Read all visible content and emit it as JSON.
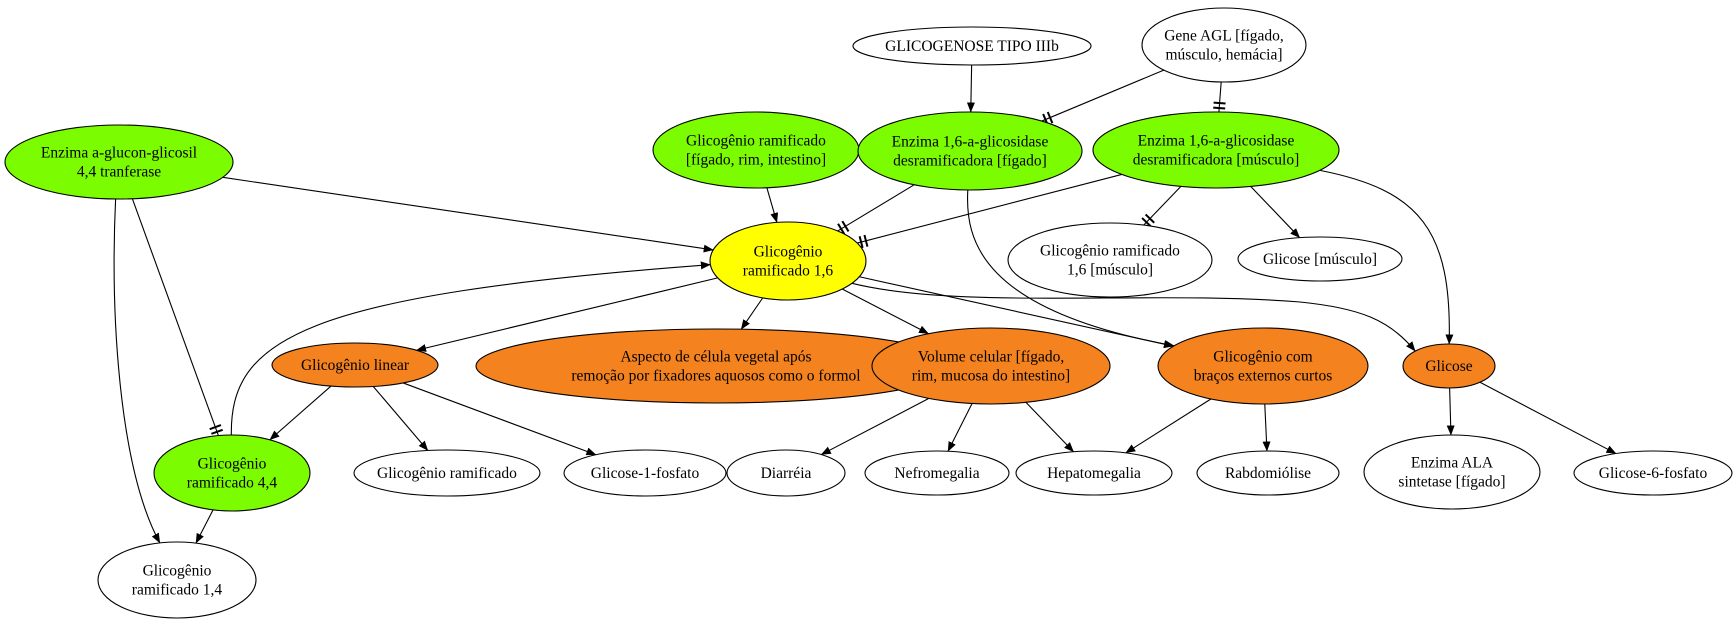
{
  "colors": {
    "green": "#7cfc00",
    "yellow": "#ffff00",
    "orange": "#f4821f",
    "white": "#ffffff",
    "stroke": "#000000"
  },
  "nodes": {
    "glicogenose": {
      "lines": [
        "GLICOGENOSE TIPO IIIb"
      ],
      "color": "white"
    },
    "gene_agl": {
      "lines": [
        "Gene AGL [fígado,",
        "músculo, hemácia]"
      ],
      "color": "white"
    },
    "enzima_transferase": {
      "lines": [
        "Enzima a-glucon-glicosil",
        "4,4 tranferase"
      ],
      "color": "green"
    },
    "glic_ram_figado": {
      "lines": [
        "Glicogênio ramificado",
        "[fígado, rim, intestino]"
      ],
      "color": "green"
    },
    "enzima_figado": {
      "lines": [
        "Enzima 1,6-a-glicosidase",
        "desramificadora [fígado]"
      ],
      "color": "green"
    },
    "enzima_musculo": {
      "lines": [
        "Enzima 1,6-a-glicosidase",
        "desramificadora [músculo]"
      ],
      "color": "green"
    },
    "glic_ram_16": {
      "lines": [
        "Glicogênio",
        "ramificado 1,6"
      ],
      "color": "yellow"
    },
    "glic_ram_16_musculo": {
      "lines": [
        "Glicogênio ramificado",
        "1,6 [músculo]"
      ],
      "color": "white"
    },
    "glicose_musculo": {
      "lines": [
        "Glicose [músculo]"
      ],
      "color": "white"
    },
    "glic_linear": {
      "lines": [
        "Glicogênio linear"
      ],
      "color": "orange"
    },
    "aspecto": {
      "lines": [
        "Aspecto de célula vegetal após",
        "remoção por fixadores aquosos como o formol"
      ],
      "color": "orange"
    },
    "volume": {
      "lines": [
        "Volume celular [fígado,",
        "rim, mucosa do intestino]"
      ],
      "color": "orange"
    },
    "bracos": {
      "lines": [
        "Glicogênio com",
        "braços externos curtos"
      ],
      "color": "orange"
    },
    "glicose": {
      "lines": [
        "Glicose"
      ],
      "color": "orange"
    },
    "glic_ram_44": {
      "lines": [
        "Glicogênio",
        "ramificado 4,4"
      ],
      "color": "green"
    },
    "glic_ramificado": {
      "lines": [
        "Glicogênio ramificado"
      ],
      "color": "white"
    },
    "glicose_1f": {
      "lines": [
        "Glicose-1-fosfato"
      ],
      "color": "white"
    },
    "diarreia": {
      "lines": [
        "Diarréia"
      ],
      "color": "white"
    },
    "nefromegalia": {
      "lines": [
        "Nefromegalia"
      ],
      "color": "white"
    },
    "hepatomegalia": {
      "lines": [
        "Hepatomegalia"
      ],
      "color": "white"
    },
    "rabdomiolise": {
      "lines": [
        "Rabdomiólise"
      ],
      "color": "white"
    },
    "enzima_ala": {
      "lines": [
        "Enzima ALA",
        "sintetase [fígado]"
      ],
      "color": "white"
    },
    "glicose_6f": {
      "lines": [
        "Glicose-6-fosfato"
      ],
      "color": "white"
    },
    "glic_ram_14": {
      "lines": [
        "Glicogênio",
        "ramificado 1,4"
      ],
      "color": "white"
    }
  },
  "edges": [
    {
      "from": "glicogenose",
      "to": "enzima_figado",
      "type": "arrow"
    },
    {
      "from": "gene_agl",
      "to": "enzima_figado",
      "type": "tee"
    },
    {
      "from": "gene_agl",
      "to": "enzima_musculo",
      "type": "tee"
    },
    {
      "from": "enzima_transferase",
      "to": "glic_ram_16",
      "type": "arrow"
    },
    {
      "from": "glic_ram_figado",
      "to": "glic_ram_16",
      "type": "arrow"
    },
    {
      "from": "enzima_figado",
      "to": "glic_ram_16",
      "type": "tee"
    },
    {
      "from": "enzima_musculo",
      "to": "glic_ram_16",
      "type": "tee"
    },
    {
      "from": "enzima_figado",
      "to": "bracos",
      "type": "arrow"
    },
    {
      "from": "enzima_musculo",
      "to": "glic_ram_16_musculo",
      "type": "tee"
    },
    {
      "from": "enzima_musculo",
      "to": "glicose_musculo",
      "type": "arrow"
    },
    {
      "from": "enzima_musculo",
      "to": "glicose",
      "type": "arrow"
    },
    {
      "from": "enzima_transferase",
      "to": "glic_ram_44",
      "type": "tee"
    },
    {
      "from": "enzima_transferase",
      "to": "glic_ram_14",
      "type": "arrow"
    },
    {
      "from": "glic_ram_16",
      "to": "glic_linear",
      "type": "arrow"
    },
    {
      "from": "glic_ram_16",
      "to": "aspecto",
      "type": "arrow"
    },
    {
      "from": "glic_ram_16",
      "to": "volume",
      "type": "arrow"
    },
    {
      "from": "glic_ram_16",
      "to": "bracos",
      "type": "arrow"
    },
    {
      "from": "glic_ram_16",
      "to": "glicose",
      "type": "arrow"
    },
    {
      "from": "glic_ram_44",
      "to": "glic_ram_16",
      "type": "arrow"
    },
    {
      "from": "glic_linear",
      "to": "glic_ram_44",
      "type": "arrow"
    },
    {
      "from": "glic_linear",
      "to": "glic_ramificado",
      "type": "arrow"
    },
    {
      "from": "glic_linear",
      "to": "glicose_1f",
      "type": "arrow"
    },
    {
      "from": "glic_ram_44",
      "to": "glic_ram_14",
      "type": "arrow"
    },
    {
      "from": "volume",
      "to": "diarreia",
      "type": "arrow"
    },
    {
      "from": "volume",
      "to": "nefromegalia",
      "type": "arrow"
    },
    {
      "from": "volume",
      "to": "hepatomegalia",
      "type": "arrow"
    },
    {
      "from": "bracos",
      "to": "hepatomegalia",
      "type": "arrow"
    },
    {
      "from": "bracos",
      "to": "rabdomiolise",
      "type": "arrow"
    },
    {
      "from": "glicose",
      "to": "enzima_ala",
      "type": "arrow"
    },
    {
      "from": "glicose",
      "to": "glicose_6f",
      "type": "arrow"
    }
  ]
}
